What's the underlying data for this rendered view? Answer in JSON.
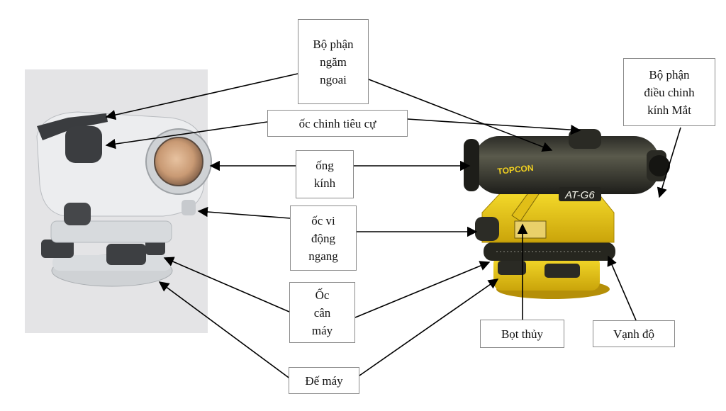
{
  "labels": {
    "ngam_ngoai": "Bộ phận\nngăm\nngoai",
    "dieu_chinh_kinh_mat": "Bộ phận\nđiều chinh\nkính Mắt",
    "tieu_cu": "ốc chinh tiêu cự",
    "ong_kinh": "ống\nkính",
    "vi_dong_ngang": "ốc vi\nđộng\nngang",
    "can_may": "Ốc\ncân\nmáy",
    "de_may": "Đế máy",
    "bot_thuy": "Bọt thủy",
    "vanh_do": "Vạnh độ"
  },
  "right_instrument": {
    "brand": "TOPCON",
    "model": "AT-G6"
  },
  "colors": {
    "left_body": "#e6e8ea",
    "left_knob": "#3b3d40",
    "right_body": "#f2d21a",
    "right_tube": "#3a3a32",
    "arrow": "#000000"
  }
}
